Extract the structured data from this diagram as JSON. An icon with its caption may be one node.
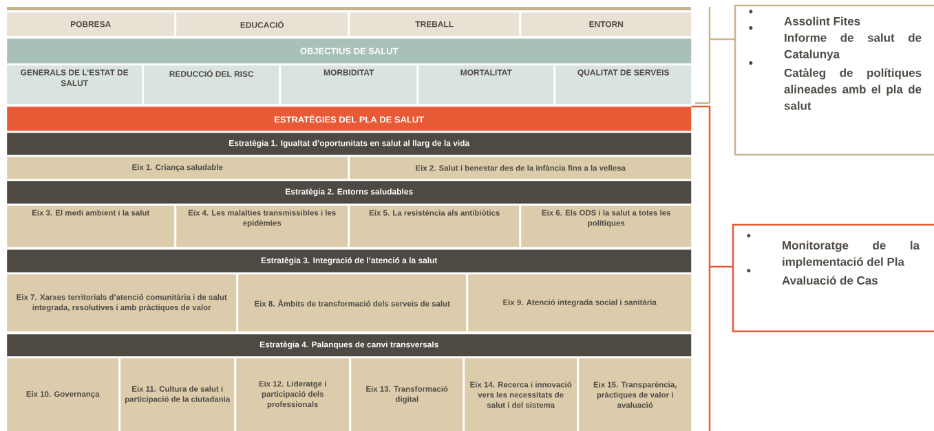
{
  "diagram": {
    "nodes": [
      {
        "text": [
          "POBRESA"
        ]
      },
      {
        "text": [
          "EDUCACIÓ"
        ]
      },
      {
        "text": [
          "TREBALL"
        ]
      },
      {
        "text": [
          "ENTORN"
        ]
      },
      {
        "text": [
          "OBJECTIUS DE SALUT"
        ]
      },
      {
        "text": [
          "GENERALS DE L’ESTAT DE SALUT"
        ]
      },
      {
        "text": [
          "REDUCCIÓ DEL RISC"
        ]
      },
      {
        "text": [
          "MORBIDITAT"
        ]
      },
      {
        "text": [
          "MORTALITAT"
        ]
      },
      {
        "text": [
          "QUALITAT DE SERVEIS"
        ]
      },
      {
        "text": [
          "ESTRATÈGIES DEL PLA DE SALUT"
        ]
      },
      {
        "text": [
          "Estratègia 1. Igualtat d’oportunitats en salut al llarg de la vida"
        ]
      },
      {
        "text": [
          "Eix 1. Criança saludable"
        ]
      },
      {
        "text": [
          "Eix 2. Salut i benestar des de la infància fins a la vellesa"
        ]
      },
      {
        "text": [
          "Estratègia 2. Entorns saludables"
        ]
      },
      {
        "text": [
          "Eix 3. El medi ambient i la salut"
        ]
      },
      {
        "text": [
          "Eix 4. Les malalties transmissibles i les epidèmies"
        ]
      },
      {
        "text": [
          "Eix 5. La resistència als antibiòtics"
        ]
      },
      {
        "text": [
          "Eix 6. Els ODS i la salut a totes les polítiques"
        ]
      },
      {
        "text": [
          "Estratègia 3. Integració de l’atenció a la salut"
        ]
      },
      {
        "text": [
          "Eix 7. Xarxes territorials d’atenció comunitària i de salut integrada, resolutives i amb pràctiques de valor"
        ]
      },
      {
        "text": [
          "Eix 8. Àmbits de transformació dels serveis de salut"
        ]
      },
      {
        "text": [
          "Eix 9. Atenció integrada social i sanitària"
        ]
      },
      {
        "text": [
          "Estratègia 4. Palanques de canvi transversals"
        ]
      },
      {
        "text": [
          "Eix 10. Governança"
        ]
      },
      {
        "text": [
          "Eix 11. Cultura de salut i participació de la ciutadania"
        ]
      },
      {
        "text": [
          "Eix 12. Lideratge i participació dels professionals"
        ]
      },
      {
        "text": [
          "Eix 13. Transformació digital"
        ]
      },
      {
        "text": [
          "Eix 14. Recerca i innovació vers les necessitats de salut i del sistema"
        ]
      },
      {
        "text": [
          "Eix 15. Transparència, pràctiques de valor i avaluació"
        ]
      },
      {
        "text": [
          "Assolint Fites",
          "Informe de salut de Catalunya",
          "Catàleg de polítiques alineades amb el pla de salut"
        ]
      },
      {
        "text": [
          "Monitoratge de la implementació del Pla",
          "Avaluació de Cas"
        ]
      }
    ],
    "edges": [
      {
        "from": 10,
        "to": 31,
        "arrow": "none"
      }
    ]
  }
}
